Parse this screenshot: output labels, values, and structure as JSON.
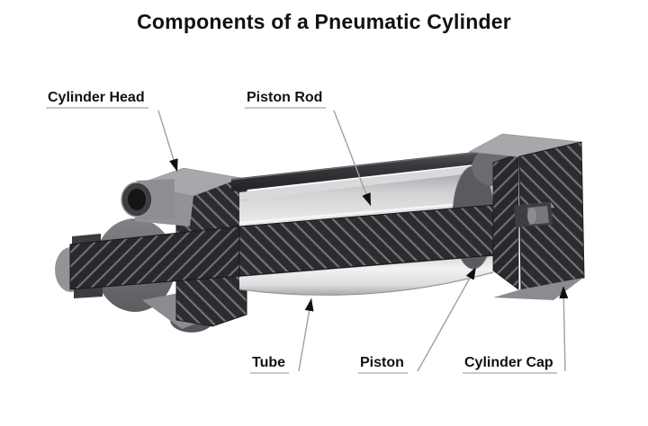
{
  "title": "Components of a Pneumatic Cylinder",
  "diagram": {
    "labels": [
      {
        "id": "cylinder-head",
        "text": "Cylinder Head"
      },
      {
        "id": "piston-rod",
        "text": "Piston Rod"
      },
      {
        "id": "tube",
        "text": "Tube"
      },
      {
        "id": "piston",
        "text": "Piston"
      },
      {
        "id": "cylinder-cap",
        "text": "Cylinder Cap"
      }
    ],
    "colors": {
      "background": "#ffffff",
      "title_text": "#111111",
      "label_text": "#111111",
      "label_underline": "#c8c8c8",
      "leader_line": "#a0a0a0",
      "arrowhead": "#101010",
      "hatch_base": "#2c2c2f",
      "hatch_line": "#73737a",
      "steel_light": "#a8a8ac",
      "steel_mid": "#8b8b90",
      "steel_dark": "#5a5a5f",
      "tube_highlight": "#efeff0",
      "rod_dark": "#38383c"
    }
  }
}
